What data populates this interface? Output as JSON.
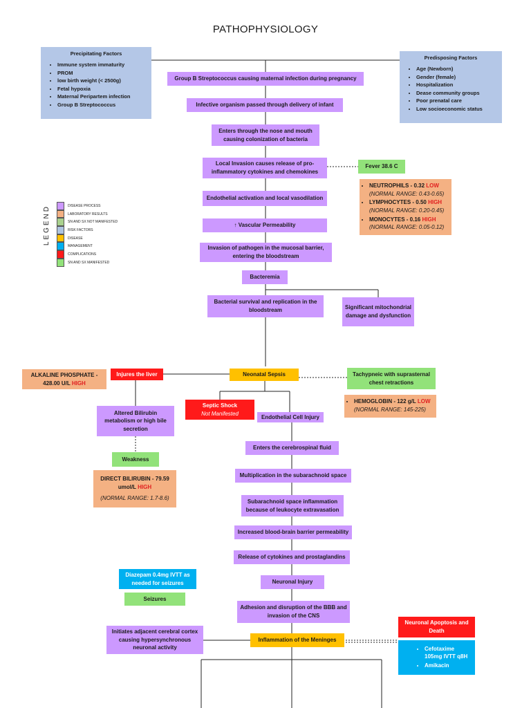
{
  "title": "PATHOPHYSIOLOGY",
  "colors": {
    "disease_process": "#cc99ff",
    "laboratory_results": "#f4b183",
    "sx_not_manifested": "#a9d18e",
    "risk_factors": "#adc4e0",
    "disease": "#ffc000",
    "management": "#00b0f0",
    "complications": "#ff1a1a",
    "sx_manifested": "#92e27a"
  },
  "precipitating": {
    "heading": "Precipitating Factors",
    "items": [
      "Immune system immaturity",
      "PROM",
      "low birth weight (< 2500g)",
      "Fetal hypoxia",
      "Maternal Peripartem infection",
      "Group B Streptococcus"
    ]
  },
  "predisposing": {
    "heading": "Predisposing Factors",
    "items": [
      "Age (Newborn)",
      "Gender (female)",
      "Hospitalization",
      "Dease community groups",
      "Poor prenatal care",
      "Low socioeconomic status"
    ]
  },
  "flow": {
    "gbs": "Group B Streptococcus causing maternal infection during pregnancy",
    "infective": "Infective organism passed through delivery of infant",
    "enters_nose": "Enters through the nose and mouth causing colonization of bacteria",
    "local_invasion": "Local Invasion causes release of pro-inflammatory cytokines and chemokines",
    "endothelial_activation": "Endothelial activation and local vasodilation",
    "vascular_perm": "↑ Vascular Permeability",
    "invasion_pathogen": "Invasion of pathogen in the mucosal barrier, entering the bloodstream",
    "bacteremia": "Bacteremia",
    "bacterial_survival": "Bacterial survival and replication in the bloodstream",
    "mitochondrial": "Significant mitochondrial damage and dysfunction",
    "neonatal_sepsis": "Neonatal Sepsis",
    "injures_liver": "Injures the liver",
    "altered_bilirubin": "Altered Bilirubin metabolism or high bile secretion",
    "weakness": "Weakness",
    "septic_shock": "Septic Shock",
    "septic_shock_note": "Not Manifested",
    "endothelial_injury": "Endothelial Cell Injury",
    "tachypneic": "Tachypneic with suprasternal chest retractions",
    "enters_csf": "Enters the cerebrospinal fluid",
    "multiplication": "Multiplication in the subarachnoid space",
    "subarachnoid_inflammation": "Subarachnoid space inflammation because of leukocyte extravasation",
    "bbb_perm": "Increased blood-brain barrier permeability",
    "release_cytokines": "Release of cytokines and prostaglandins",
    "neuronal_injury": "Neuronal Injury",
    "adhesion": "Adhesion and disruption of the BBB and invasion of the CNS",
    "meninges": "Inflammation of the Meninges",
    "neuronal_apoptosis": "Neuronal Apoptosis and Death",
    "diazepam": "Diazepam 0.4mg IVTT as needed for seizures",
    "seizures": "Seizures",
    "initiates_cortex": "Initiates adjacent cerebral cortex causing hypersynchronous neuronal activity"
  },
  "fever": "Fever 38.6 C",
  "labs_cbc": [
    {
      "name": "NEUTROPHILS - 0.32",
      "flag": "LOW",
      "range": "(NORMAL RANGE: 0.43-0.65)"
    },
    {
      "name": "LYMPHOCYTES - 0.50",
      "flag": "HIGH",
      "range": "(NORMAL RANGE: 0.20-0.45)"
    },
    {
      "name": "MONOCYTES - 0.16",
      "flag": "HIGH",
      "range": "(NORMAL RANGE: 0.05-0.12)"
    }
  ],
  "alk_phos": {
    "line1": "ALKALINE PHOSPHATE -",
    "line2": "428.00 U/L",
    "flag": "HIGH"
  },
  "hemoglobin": {
    "name": "HEMOGLOBIN - 122 g/L",
    "flag": "LOW",
    "range": "(NORMAL RANGE: 145-225)"
  },
  "direct_bili": {
    "line1": "DIRECT BILIRUBIN - 79.59",
    "line2": "umol/L",
    "flag": "HIGH",
    "range": "(NORMAL RANGE: 1.7-8.6)"
  },
  "management_drugs": [
    "Cefotaxime 105mg IVTT q8H",
    "Amikacin"
  ],
  "legend": {
    "title": "LEGEND",
    "items": [
      "DISEASE PROCESS",
      "LABORATORY RESULTS",
      "SN AND SX NOT MANIFESTED",
      "RISK FACTORS",
      "DISEASE",
      "MANAGEMENT",
      "COMPLICATIONS",
      "SN AND SX MANIFESTED"
    ]
  }
}
